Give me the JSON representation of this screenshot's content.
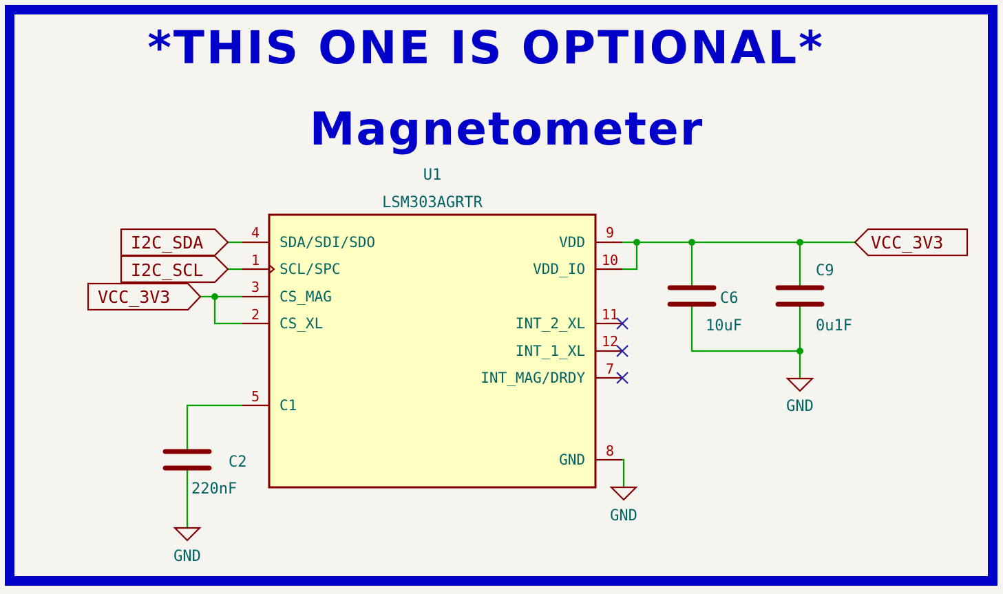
{
  "notes": {
    "optional": "*THIS ONE IS OPTIONAL*",
    "title": "Magnetometer"
  },
  "u1": {
    "ref": "U1",
    "value": "LSM303AGRTR",
    "pins_left": [
      {
        "num": "4",
        "name": "SDA/SDI/SDO"
      },
      {
        "num": "1",
        "name": "SCL/SPC"
      },
      {
        "num": "3",
        "name": "CS_MAG"
      },
      {
        "num": "2",
        "name": "CS_XL"
      },
      {
        "num": "5",
        "name": "C1"
      }
    ],
    "pins_right": [
      {
        "num": "9",
        "name": "VDD"
      },
      {
        "num": "10",
        "name": "VDD_IO"
      },
      {
        "num": "11",
        "name": "INT_2_XL"
      },
      {
        "num": "12",
        "name": "INT_1_XL"
      },
      {
        "num": "7",
        "name": "INT_MAG/DRDY"
      },
      {
        "num": "8",
        "name": "GND"
      }
    ]
  },
  "caps": {
    "c2": {
      "ref": "C2",
      "value": "220nF"
    },
    "c6": {
      "ref": "C6",
      "value": "10uF"
    },
    "c9": {
      "ref": "C9",
      "value": "0u1F"
    }
  },
  "nets": {
    "i2c_sda": "I2C_SDA",
    "i2c_scl": "I2C_SCL",
    "vcc_left": "VCC_3V3",
    "vcc_right": "VCC_3V3",
    "gnd": "GND"
  },
  "colors": {
    "frame": "#0000c8",
    "wire": "#00a000",
    "component": "#840000",
    "body_fill": "#ffffc2",
    "text": "#006464"
  }
}
